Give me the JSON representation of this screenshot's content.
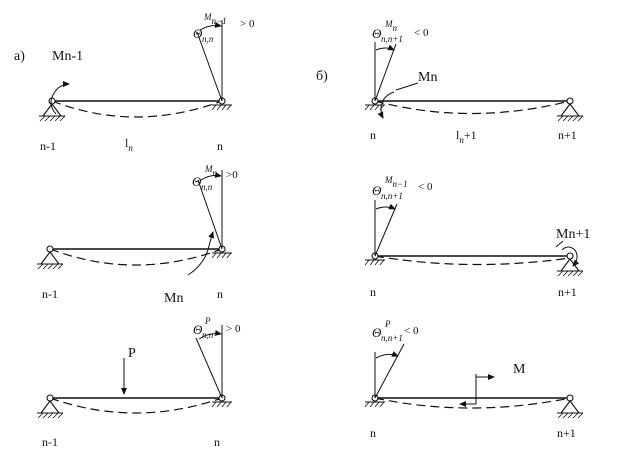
{
  "panel_a": {
    "label": "а)",
    "row1": {
      "moment": "Mn-1",
      "left_node": "n-1",
      "right_node": "n",
      "span": "l",
      "span_sub": "n",
      "theta": "Θ",
      "theta_sub": "n,n",
      "theta_sup": "M",
      "theta_sup_sub": "n−1",
      "condition": "> 0"
    },
    "row2": {
      "moment": "Mn",
      "left_node": "n-1",
      "right_node": "n",
      "theta": "Θ",
      "theta_sub": "n,n",
      "theta_sup": "M",
      "theta_sup_sub": "n",
      "condition": ">0"
    },
    "row3": {
      "force": "P",
      "left_node": "n-1",
      "right_node": "n",
      "theta": "Θ",
      "theta_sub": "n,n",
      "theta_sup": "P",
      "condition": "> 0"
    }
  },
  "panel_b": {
    "label": "б)",
    "row1": {
      "moment": "Mn",
      "left_node": "n",
      "right_node": "n+1",
      "span": "l",
      "span_sub": "n",
      "span_suffix": "+1",
      "theta": "Θ",
      "theta_sub": "n,n+1",
      "theta_sup": "M",
      "theta_sup_sub": "n",
      "condition": "< 0"
    },
    "row2": {
      "moment": "Mn+1",
      "left_node": "n",
      "right_node": "n+1",
      "theta": "Θ",
      "theta_sub": "n,n+1",
      "theta_sup": "M",
      "theta_sup_sub": "n−1",
      "condition": "< 0"
    },
    "row3": {
      "moment": "M",
      "left_node": "n",
      "right_node": "n+1",
      "theta": "Θ",
      "theta_sub": "n,n+1",
      "theta_sup": "P",
      "condition": "< 0"
    }
  }
}
